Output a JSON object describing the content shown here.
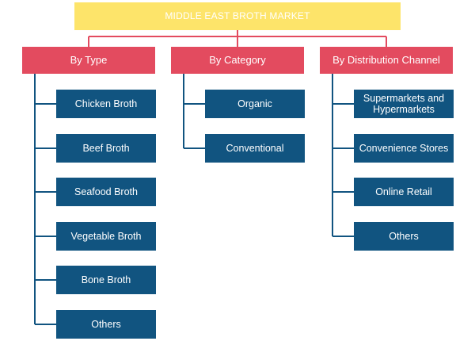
{
  "title": "MIDDLE EAST BROTH MARKET",
  "colors": {
    "title_fill": "#fde46a",
    "category_fill": "#e34b5f",
    "leaf_fill": "#115480",
    "connector": "#115480",
    "header_connector": "#e34b5f"
  },
  "categories": [
    {
      "label": "By Type",
      "items": [
        "Chicken Broth",
        "Beef Broth",
        "Seafood Broth",
        "Vegetable Broth",
        "Bone Broth",
        "Others"
      ]
    },
    {
      "label": "By Category",
      "items": [
        "Organic",
        "Conventional"
      ]
    },
    {
      "label": "By Distribution Channel",
      "items": [
        "Supermarkets and Hypermarkets",
        "Convenience Stores",
        "Online Retail",
        "Others"
      ]
    }
  ]
}
